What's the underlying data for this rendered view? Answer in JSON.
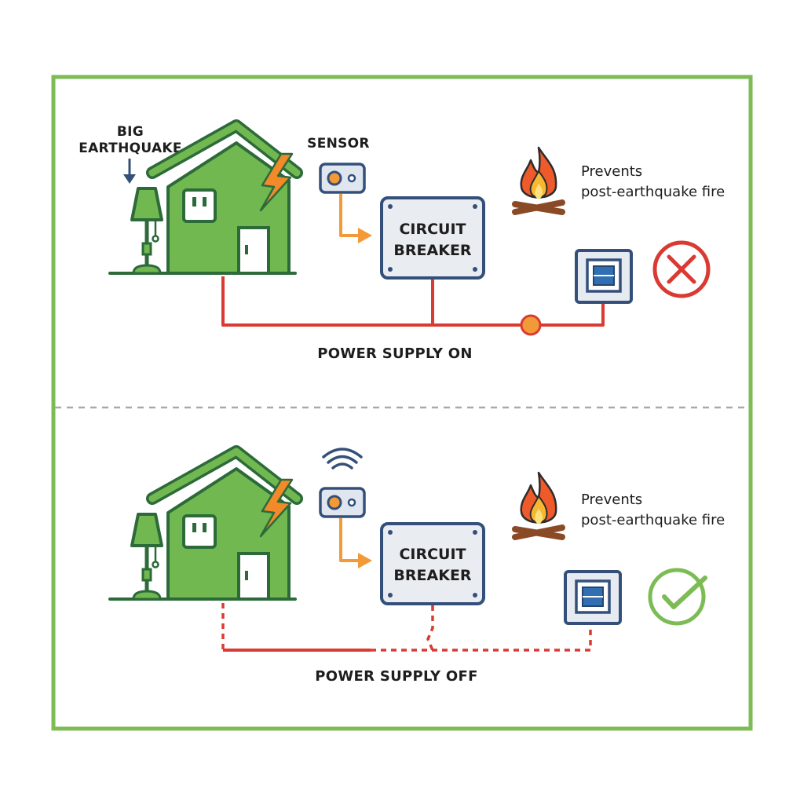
{
  "colors": {
    "frame": "#7dbb55",
    "house_fill": "#70b84f",
    "house_stroke": "#2d6a3a",
    "wire": "#d93b33",
    "arrow": "#f29a38",
    "bolt": "#f28a2a",
    "divider": "#a9a9a9",
    "cross": "#d93b33",
    "check": "#7dbb55"
  },
  "top_panel": {
    "annotation": [
      "BIG",
      "EARTHQUAKE"
    ],
    "sensor_label": "SENSOR",
    "breaker_label": [
      "CIRCUIT",
      "BREAKER"
    ],
    "note": [
      "Prevents",
      "post-earthquake fire"
    ],
    "status": "POWER SUPPLY ON",
    "result_icon": "cross-circle-icon"
  },
  "bottom_panel": {
    "breaker_label": [
      "CIRCUIT",
      "BREAKER"
    ],
    "note": [
      "Prevents",
      "post-earthquake fire"
    ],
    "status": "POWER SUPPLY OFF",
    "result_icon": "check-circle-icon"
  }
}
